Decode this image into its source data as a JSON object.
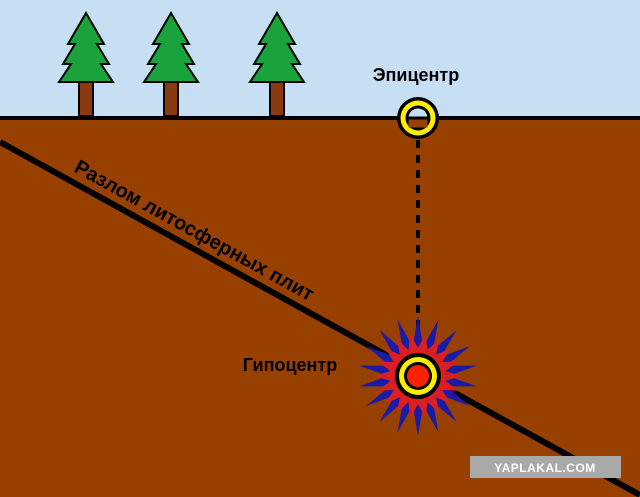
{
  "diagram": {
    "labels": {
      "epicenter": "Эпицентр",
      "hypocenter": "Гипоцентр",
      "fault": "Разлом литосферных плит"
    },
    "watermark": "YAPLAKAL.COM",
    "colors": {
      "sky": "#c6dff2",
      "ground": "#984000",
      "tree_foliage": "#1aa33d",
      "tree_trunk": "#8b3a0f",
      "outline": "#000000",
      "marker_ring": "#ffee00",
      "explosion_outer": "#1a1aa6",
      "explosion_inner": "#d82020",
      "hypocenter_core": "#ff2200",
      "watermark_bg": "#a9a9a9",
      "watermark_text": "#ffffff"
    },
    "icons": {
      "tree": "pine-tree-icon",
      "epicenter": "target-ring-icon",
      "hypocenter": "explosion-burst-icon"
    }
  }
}
